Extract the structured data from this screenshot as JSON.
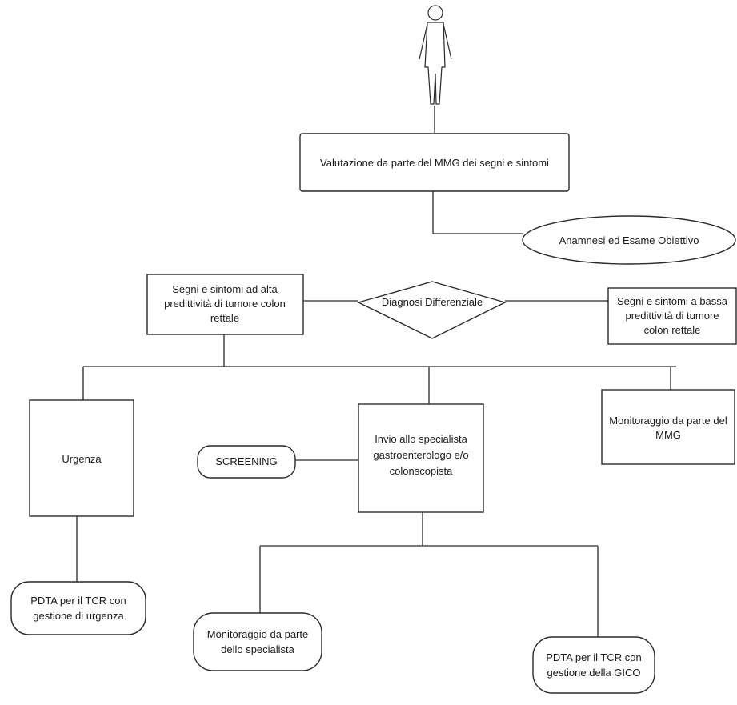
{
  "nodes": {
    "valutazione": "Valutazione da parte del MMG dei segni e sintomi",
    "anamnesi": "Anamnesi ed Esame Obiettivo",
    "segni_alta": [
      "Segni e sintomi ad alta",
      "predittività di tumore colon",
      "rettale"
    ],
    "diagnosi": "Diagnosi Differenziale",
    "segni_bassa": [
      "Segni e sintomi a bassa",
      "predittività di tumore",
      "colon rettale"
    ],
    "urgenza": "Urgenza",
    "invio": [
      "Invio allo specialista",
      "gastroenterologo e/o",
      "colonscopista"
    ],
    "screening": "SCREENING",
    "monitoraggio_mmg": [
      "Monitoraggio da parte del",
      "MMG"
    ],
    "pdta_urgenza": [
      "PDTA per il TCR con",
      "gestione di urgenza"
    ],
    "monitoraggio_specialista": [
      "Monitoraggio da parte",
      "dello specialista"
    ],
    "pdta_gico": [
      "PDTA per il TCR con",
      "gestione della GICO"
    ]
  },
  "colors": {
    "line": "#2a2a2a",
    "text": "#1a1a1a",
    "background": "#ffffff"
  },
  "icons": {
    "patient": "person-figure-icon"
  }
}
